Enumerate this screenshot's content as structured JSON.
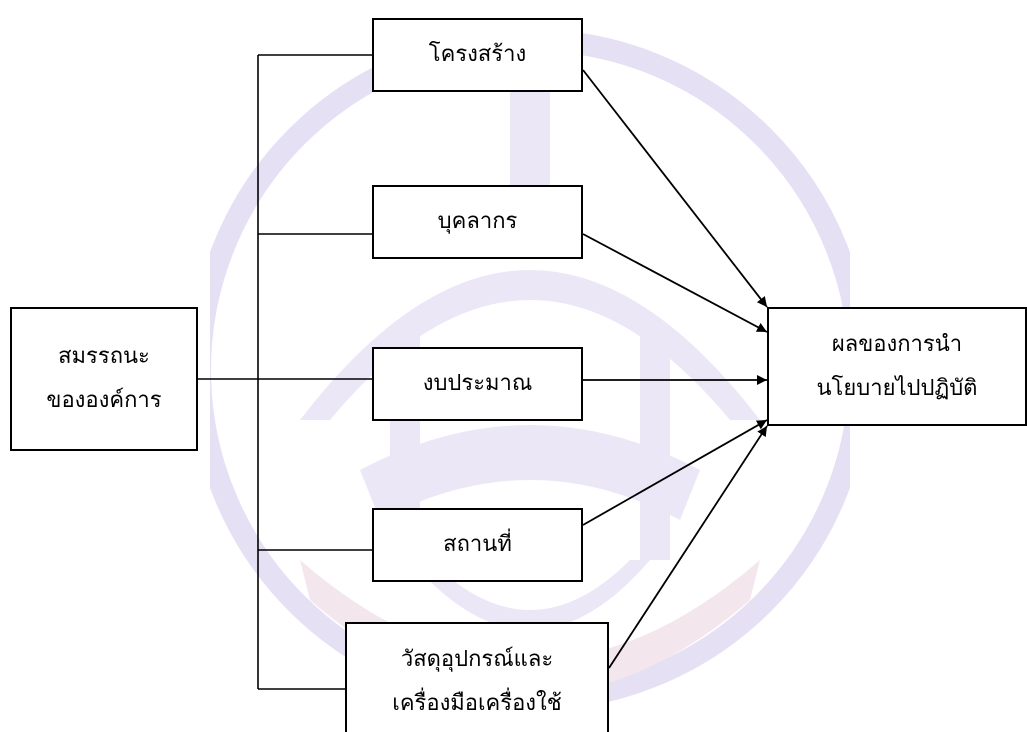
{
  "source": {
    "lines": [
      "สมรรถนะ",
      "ขององค์การ"
    ]
  },
  "factors": [
    {
      "lines": [
        "โครงสร้าง"
      ]
    },
    {
      "lines": [
        "บุคลากร"
      ]
    },
    {
      "lines": [
        "งบประมาณ"
      ]
    },
    {
      "lines": [
        "สถานที่"
      ]
    },
    {
      "lines": [
        "วัสดุอุปกรณ์และ",
        "เครื่องมือเครื่องใช้"
      ]
    }
  ],
  "outcome": {
    "lines": [
      "ผลของการนำ",
      "นโยบายไปปฏิบัติ"
    ]
  },
  "colors": {
    "line": "#000000",
    "watermark": "#e3dcf3"
  }
}
